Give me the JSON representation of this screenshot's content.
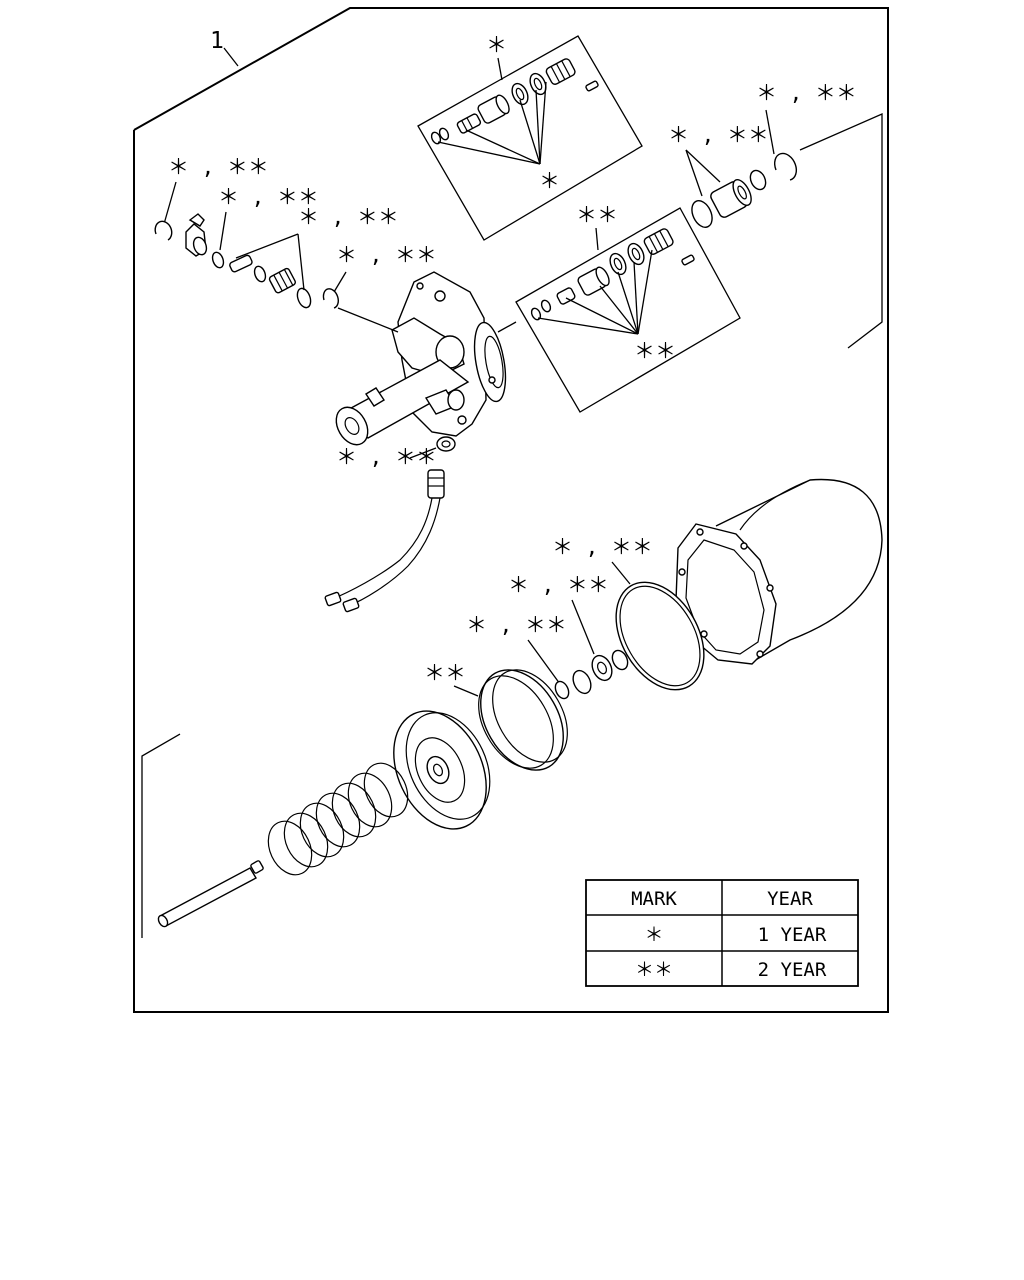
{
  "diagram": {
    "item_number": "1",
    "callouts": {
      "upper_kit": "＊",
      "upper_kit_bottom": "＊",
      "lower_kit": "＊＊",
      "lower_kit_bottom": "＊＊",
      "snap_ring_left": "＊ , ＊＊",
      "oring_elbow": "＊ , ＊＊",
      "spring_seat": "＊ , ＊＊",
      "snap_ring_body": "＊ , ＊＊",
      "snap_ring_right": "＊ , ＊＊",
      "piston_right": "＊ , ＊＊",
      "washer_switch": "＊ , ＊＊",
      "gasket_oring": "＊ , ＊＊",
      "washer_nut": "＊ , ＊＊",
      "washer_small": "＊ , ＊＊",
      "piston_cup": "＊＊"
    },
    "legend": {
      "header_mark": "MARK",
      "header_year": "YEAR",
      "rows": [
        {
          "mark": "＊",
          "year": "1  YEAR"
        },
        {
          "mark": "＊＊",
          "year": "2  YEAR"
        }
      ]
    }
  }
}
